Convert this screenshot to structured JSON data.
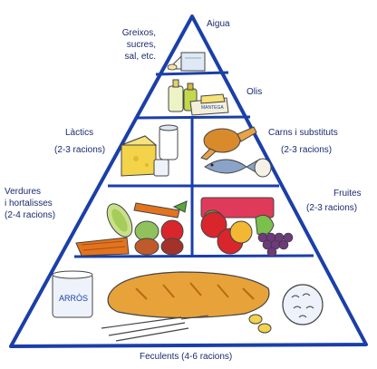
{
  "tiers": {
    "water": {
      "label": "Aigua"
    },
    "sweets": {
      "lines": [
        "Greixos,",
        "sucres,",
        "sal, etc."
      ]
    },
    "oils": {
      "label": "Olis",
      "bottle_text": "MANTEGA"
    },
    "dairy": {
      "label": "Làctics",
      "portions": "(2-3 racions)"
    },
    "meat": {
      "label": "Carns i substituts",
      "portions": "(2-3 racions)"
    },
    "vegetables": {
      "lines": [
        "Verdures",
        "i hortalisses",
        "(2-4 racions)"
      ]
    },
    "fruit": {
      "label": "Fruites",
      "portions": "(2-3 racions)"
    },
    "starches": {
      "label": "Feculents (4-6 racions)",
      "jar_text": "ARRÒS"
    }
  },
  "colors": {
    "outline": "#1b3fa8",
    "text": "#1b2a6e",
    "bread": "#e8a23a",
    "cheese": "#f2d34a",
    "tomato": "#d8262c",
    "grape": "#6c3b7a",
    "carrot": "#e4731e",
    "fish": "#8aa4c8",
    "chicken": "#d98a2b",
    "leaf": "#5aa63c"
  }
}
